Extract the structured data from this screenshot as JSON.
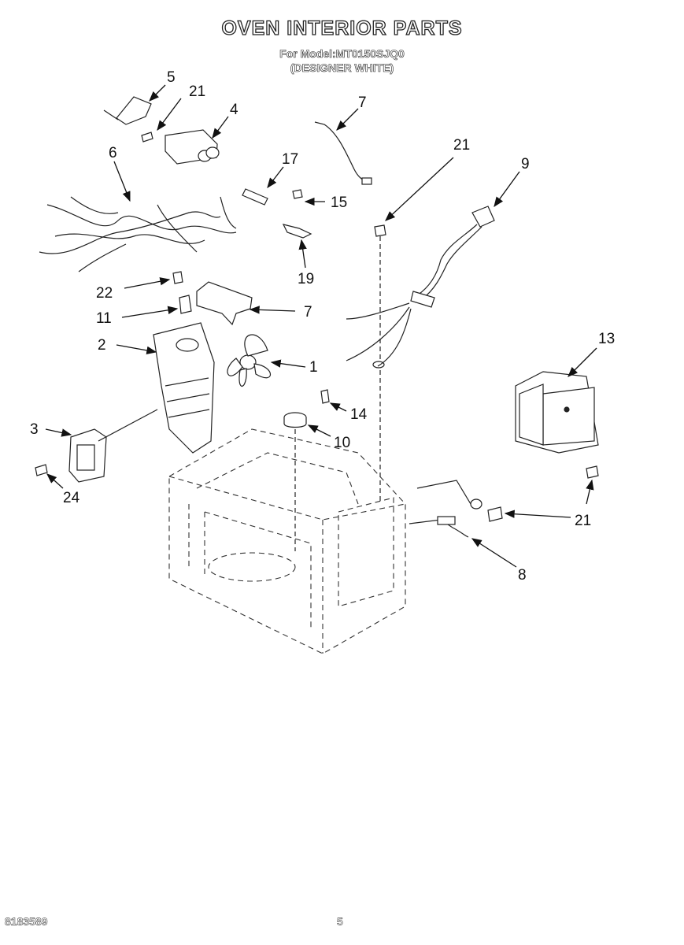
{
  "header": {
    "title": "OVEN INTERIOR PARTS",
    "model_line": "For Model:MT0150SJQ0",
    "color_line": "(DESIGNER WHITE)"
  },
  "callouts": {
    "c5": "5",
    "c21a": "21",
    "c4": "4",
    "c7a": "7",
    "c21b": "21",
    "c9": "9",
    "c6": "6",
    "c17": "17",
    "c15": "15",
    "c19": "19",
    "c22": "22",
    "c7b": "7",
    "c11": "11",
    "c2": "2",
    "c1": "1",
    "c13": "13",
    "c14": "14",
    "c3": "3",
    "c10": "10",
    "c24": "24",
    "c21c": "21",
    "c8": "8"
  },
  "footer": {
    "doc_number": "8183589",
    "page_number": "5"
  }
}
